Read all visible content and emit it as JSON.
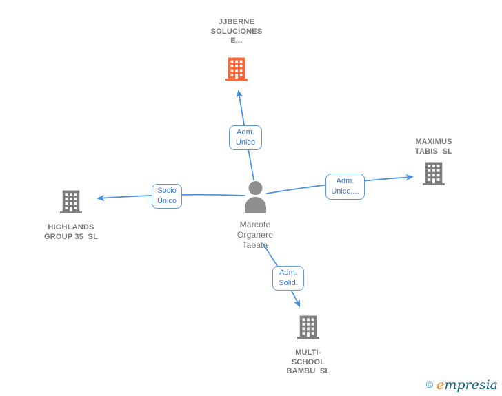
{
  "nodes": {
    "jjberne": {
      "label": "JJBERNE\nSOLUCIONES\nE..."
    },
    "maximus": {
      "label": "MAXIMUS\nTABIS  SL"
    },
    "highlands": {
      "label": "HIGHLANDS\nGROUP 35  SL"
    },
    "multischool": {
      "label": "MULTI-\nSCHOOL\nBAMBU  SL"
    },
    "person": {
      "label": "Marcote\nOrganero\nTabata"
    }
  },
  "edge_labels": {
    "adm_unico": "Adm.\nUnico",
    "adm_unico_multi": "Adm.\nUnico,...",
    "socio_unico": "Socio\nÚnico",
    "adm_solid": "Adm.\nSolid."
  },
  "footer": {
    "copyright": "©",
    "brand_first": "e",
    "brand_rest": "mpresia"
  },
  "colors": {
    "edge_blue": "#4a90e2",
    "label_blue": "#3b7de0",
    "company_text_gray": "#777777",
    "building_gray": "#7d7d7d",
    "building_orange": "#ff6333",
    "person_gray": "#8e8e8e",
    "brand_teal": "#16637e",
    "brand_orange": "#f58220"
  }
}
